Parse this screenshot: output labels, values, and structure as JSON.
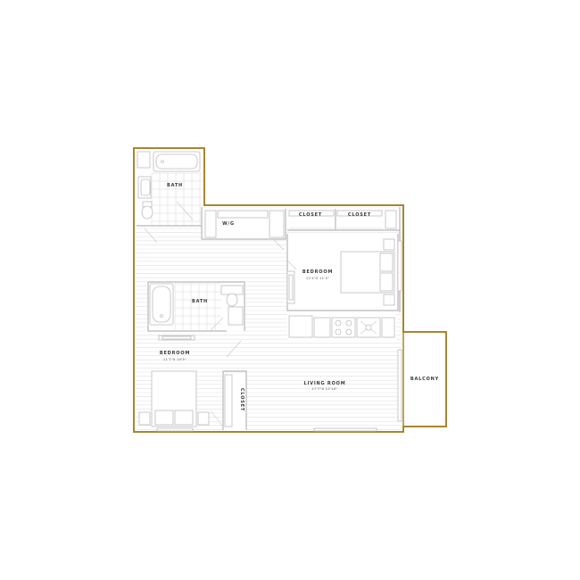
{
  "colors": {
    "outline": "#a8862f",
    "wall": "#b8b8b8",
    "floor_lines": "#e1e1e1",
    "text": "#3a3a3a"
  },
  "rooms": {
    "bath_top": {
      "label": "BATH"
    },
    "wic": {
      "label": "W/G"
    },
    "closet_1": {
      "label": "CLOSET"
    },
    "closet_2": {
      "label": "CLOSET"
    },
    "bedroom_right": {
      "label": "BEDROOM",
      "dimensions": "12'4\"X 11'4\""
    },
    "bath_mid": {
      "label": "BATH"
    },
    "bedroom_left": {
      "label": "BEDROOM",
      "dimensions": "11'7\"X 10'5\""
    },
    "closet_vertical": {
      "label": "CLOSET"
    },
    "living_room": {
      "label": "LIVING ROOM",
      "dimensions": "17'7\"X 12'10\""
    },
    "balcony": {
      "label": "BALCONY"
    }
  }
}
